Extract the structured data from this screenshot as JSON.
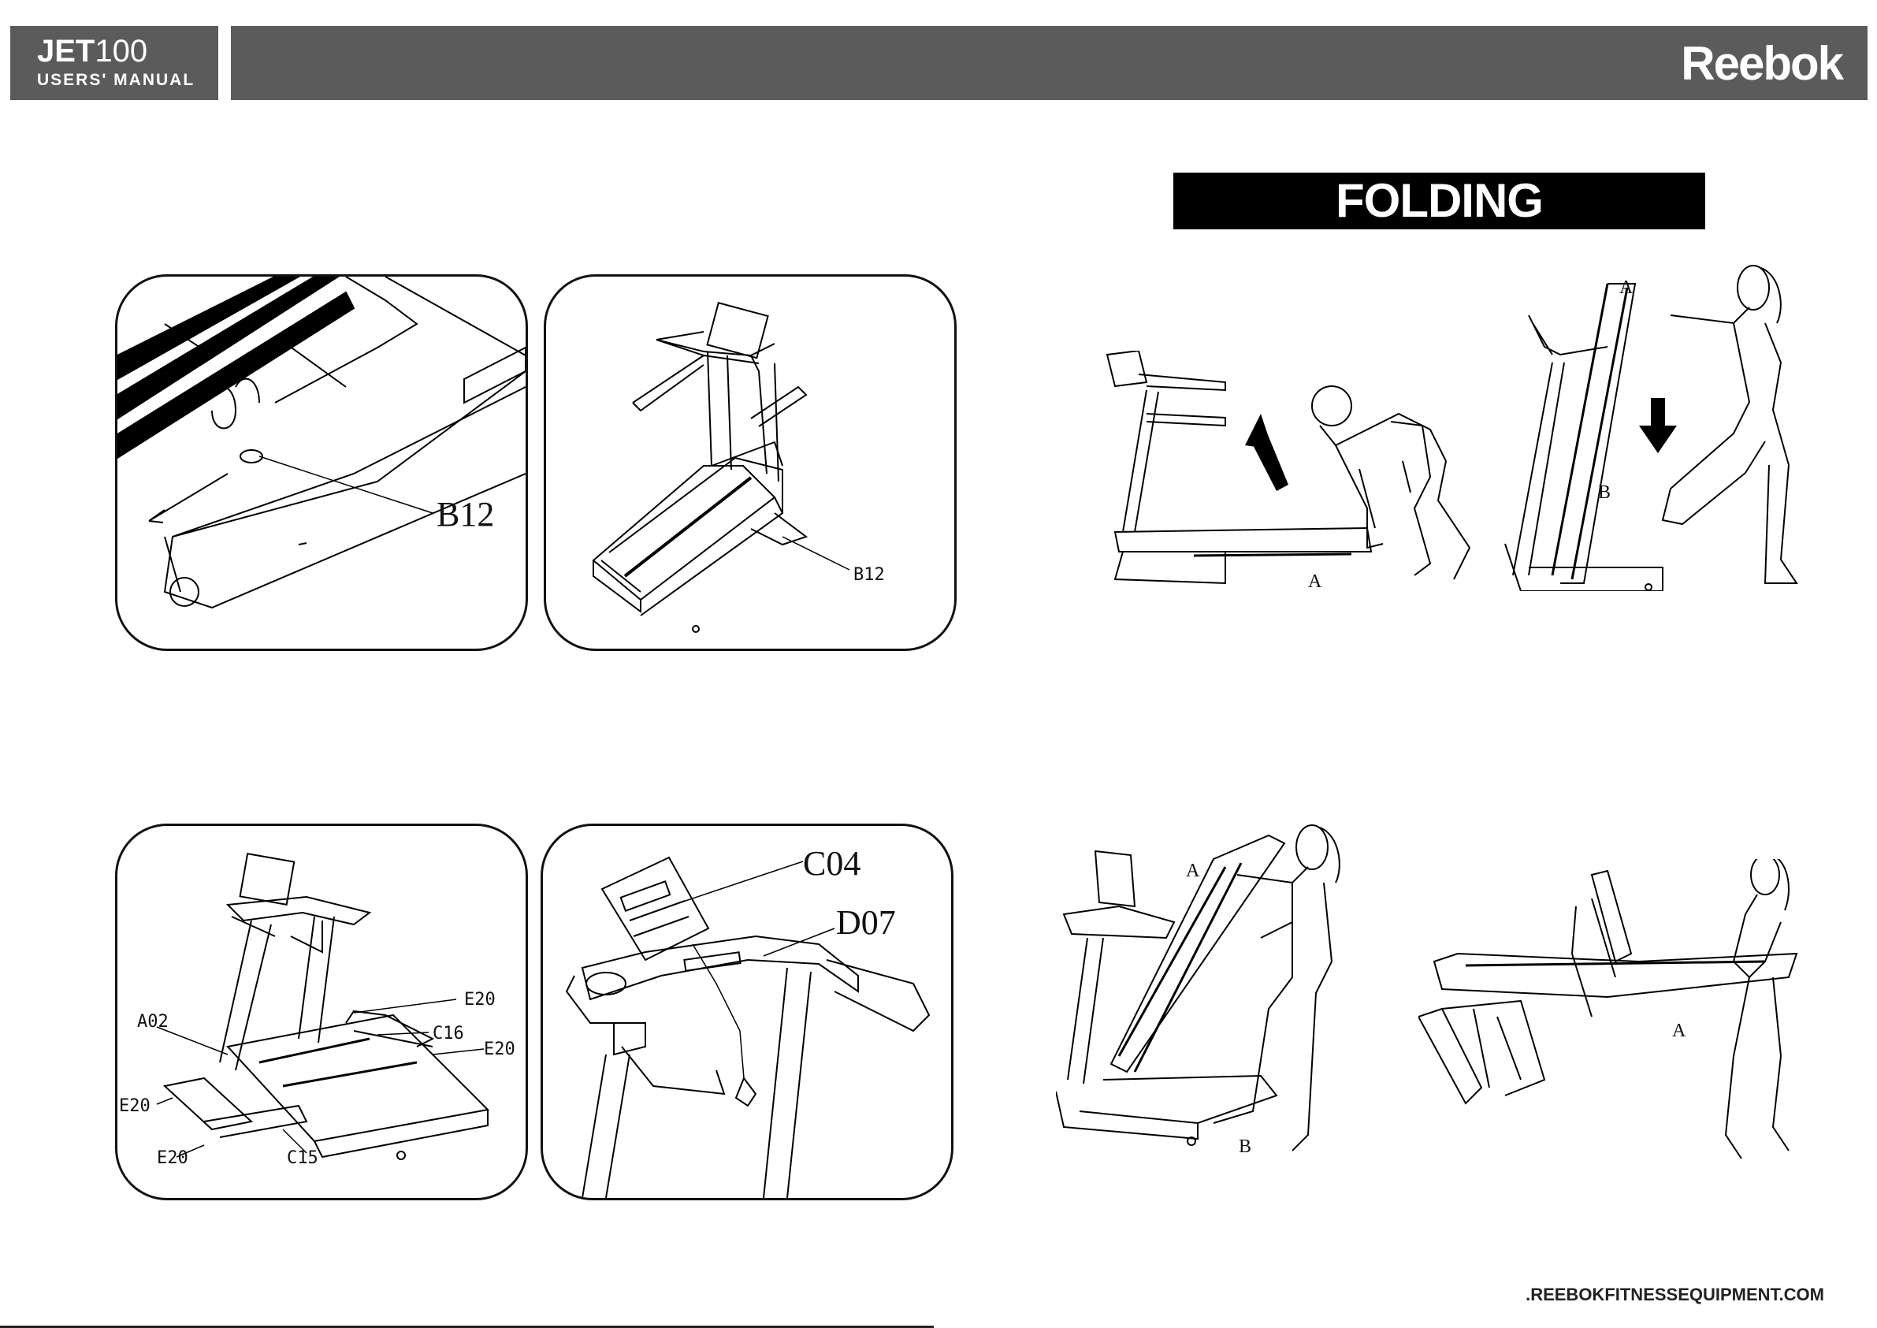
{
  "header": {
    "model_bold": "JET",
    "model_num": "100",
    "subtitle": "USERS' MANUAL",
    "logo": "Reebok"
  },
  "section_title": "FOLDING INSTRUCTIONS",
  "panels": {
    "p1": {
      "label_b12": "B12"
    },
    "p2": {
      "label_b12": "B12"
    },
    "p3": {
      "a02": "A02",
      "e20_a": "E20",
      "e20_b": "E20",
      "e20_c": "E20",
      "e20_d": "E20",
      "c16": "C16",
      "c15": "C15"
    },
    "p4": {
      "c04": "C04",
      "d07": "D07"
    }
  },
  "folding": {
    "f1": {
      "a": "A"
    },
    "f2": {
      "a": "A",
      "b": "B"
    },
    "f3": {
      "a": "A",
      "b": "B"
    },
    "f4": {
      "a": "A"
    }
  },
  "footer": {
    "url": ".REEBOKFITNESSEQUIPMENT.COM"
  },
  "colors": {
    "header_gray": "#5b5b5b",
    "black": "#000000"
  }
}
